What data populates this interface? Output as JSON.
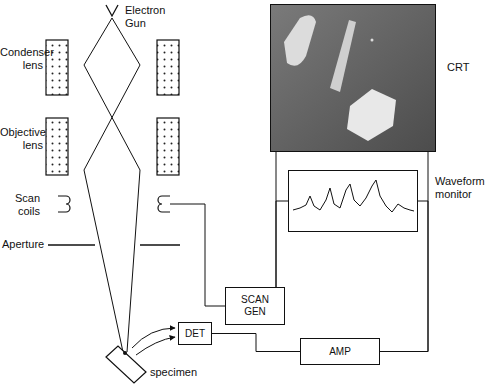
{
  "diagram": {
    "nodes": [
      {
        "text": [
          "CRT"
        ]
      },
      {
        "text": [
          "Waveform monitor"
        ]
      },
      {
        "text": [
          "SCAN GEN"
        ]
      },
      {
        "text": [
          "DET"
        ]
      },
      {
        "text": [
          "AMP"
        ]
      }
    ],
    "edges": [
      {
        "from": 2,
        "to": 0,
        "arrow": "none"
      },
      {
        "from": 2,
        "to": 1,
        "arrow": "none"
      },
      {
        "from": 3,
        "to": 4,
        "arrow": "none"
      },
      {
        "from": 4,
        "to": 0,
        "arrow": "none"
      },
      {
        "from": 4,
        "to": 1,
        "arrow": "none"
      }
    ],
    "labels": [
      "Electron Gun",
      "Condenser lens",
      "Objective lens",
      "Scan coils",
      "Aperture",
      "specimen"
    ]
  }
}
